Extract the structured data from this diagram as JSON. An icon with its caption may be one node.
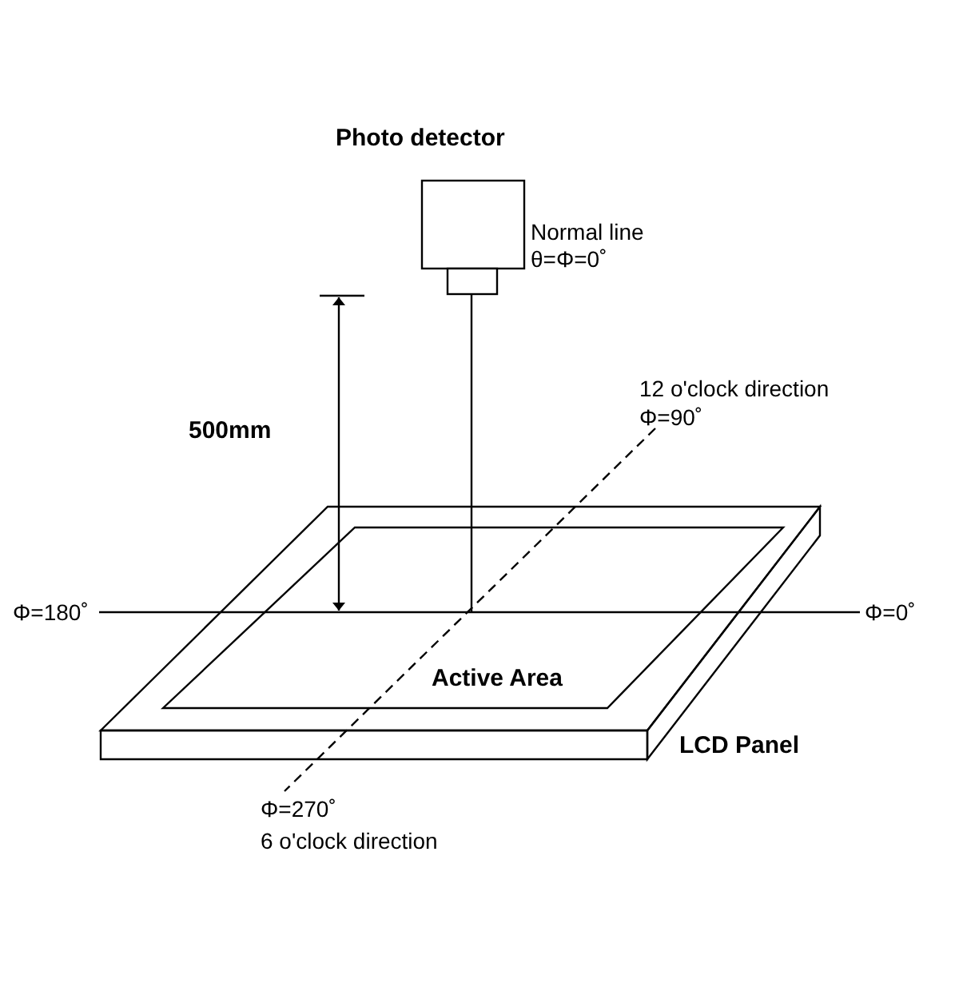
{
  "diagram": {
    "nodes": [
      {
        "text": [
          "Photo detector"
        ],
        "beside": [
          "Normal line",
          "θ=Φ=0˚"
        ]
      },
      {
        "text": [
          "LCD Panel"
        ]
      },
      {
        "text": [
          "Active Area"
        ],
        "in": 1
      }
    ],
    "edges": [
      {
        "from": 0,
        "to": 2,
        "arrow": "none"
      }
    ],
    "labels": [
      "500mm",
      "12 o'clock direction",
      "Φ=90˚",
      "Φ=180˚",
      "Φ=0˚",
      "Φ=270˚",
      "6 o'clock direction"
    ]
  }
}
